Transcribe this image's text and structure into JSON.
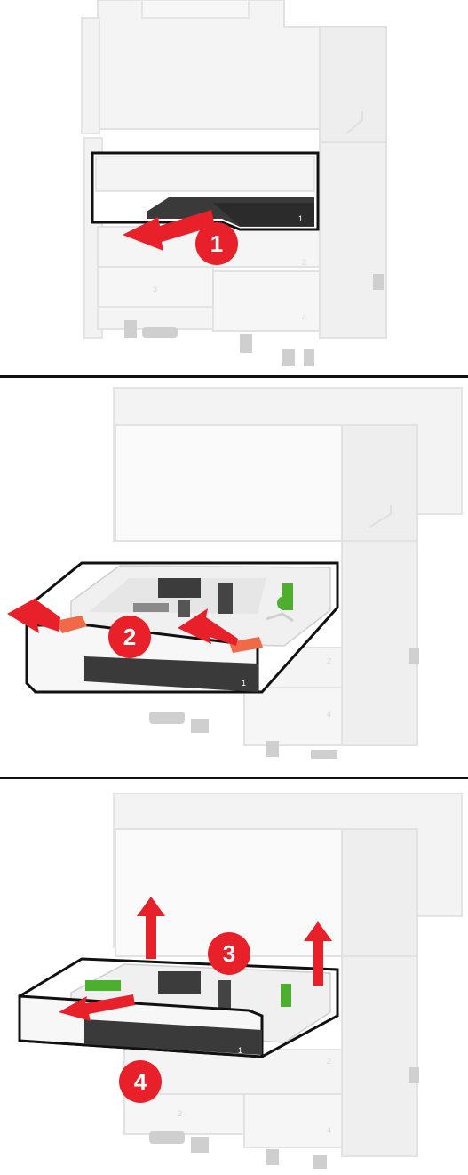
{
  "colors": {
    "accent_red": "#e8202a",
    "orange_tab": "#f06a4a",
    "printer_light": "#f4f4f4",
    "printer_stroke": "#e0e0e0",
    "tray_dark": "#3a3a3a",
    "guide_green": "#4caf2e",
    "divider": "#111111"
  },
  "panels": [
    {
      "step_labels": [
        "1"
      ],
      "tray_labels": [
        "1",
        "2",
        "3",
        "4"
      ],
      "icons": [
        "pull-arrow-icon"
      ]
    },
    {
      "step_labels": [
        "2"
      ],
      "tray_labels": [
        "1",
        "2",
        "4"
      ],
      "icons": [
        "squeeze-arrow-left-icon",
        "squeeze-arrow-right-icon"
      ]
    },
    {
      "step_labels": [
        "3",
        "4"
      ],
      "tray_labels": [
        "1",
        "2",
        "3",
        "4"
      ],
      "icons": [
        "lift-arrow-left-icon",
        "lift-arrow-right-icon",
        "remove-arrow-icon"
      ]
    }
  ]
}
